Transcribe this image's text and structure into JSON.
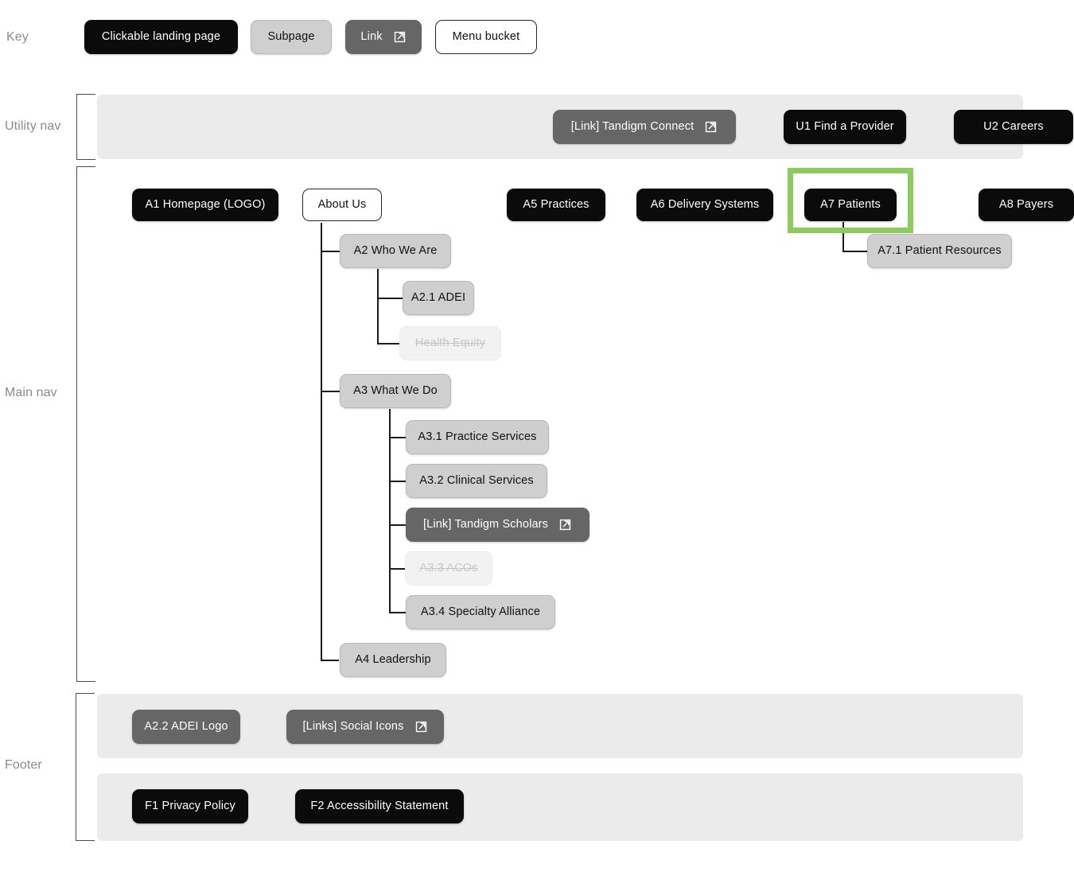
{
  "sections": {
    "key_label": "Key",
    "utility_nav_label": "Utility nav",
    "main_nav_label": "Main nav",
    "footer_label": "Footer"
  },
  "key": {
    "items": [
      {
        "label": "Clickable landing page",
        "type": "landing"
      },
      {
        "label": "Subpage",
        "type": "subpage"
      },
      {
        "label": "Link",
        "type": "link",
        "icon": "external-link-icon"
      },
      {
        "label": "Menu bucket",
        "type": "bucket"
      }
    ]
  },
  "utility_nav": {
    "items": [
      {
        "label": "[Link] Tandigm Connect",
        "type": "link",
        "icon": "external-link-icon"
      },
      {
        "label": "U1 Find a Provider",
        "type": "landing"
      },
      {
        "label": "U2 Careers",
        "type": "landing"
      }
    ]
  },
  "main_nav": {
    "top_level": [
      {
        "label": "A1 Homepage (LOGO)",
        "type": "landing"
      },
      {
        "label": "About Us",
        "type": "bucket"
      },
      {
        "label": "A5 Practices",
        "type": "landing"
      },
      {
        "label": "A6 Delivery Systems",
        "type": "landing"
      },
      {
        "label": "A7 Patients",
        "type": "landing",
        "highlighted": true
      },
      {
        "label": "A8 Payers",
        "type": "landing"
      }
    ],
    "about_us_children": [
      {
        "label": "A2 Who We Are",
        "type": "subpage"
      },
      {
        "label": "A3 What We Do",
        "type": "subpage"
      },
      {
        "label": "A4 Leadership",
        "type": "subpage"
      }
    ],
    "a2_children": [
      {
        "label": "A2.1 ADEI",
        "type": "subpage"
      },
      {
        "label": "Health Equity",
        "type": "removed"
      }
    ],
    "a3_children": [
      {
        "label": "A3.1 Practice Services",
        "type": "subpage"
      },
      {
        "label": "A3.2 Clinical Services",
        "type": "subpage"
      },
      {
        "label": "[Link] Tandigm Scholars",
        "type": "link",
        "icon": "external-link-icon"
      },
      {
        "label": "A3.3 ACOs",
        "type": "removed"
      },
      {
        "label": "A3.4 Specialty Alliance",
        "type": "subpage"
      }
    ],
    "a7_children": [
      {
        "label": "A7.1 Patient Resources",
        "type": "subpage"
      }
    ]
  },
  "footer": {
    "row1": [
      {
        "label": "A2.2 ADEI Logo",
        "type": "link"
      },
      {
        "label": "[Links] Social Icons",
        "type": "link",
        "icon": "external-link-icon"
      }
    ],
    "row2": [
      {
        "label": "F1 Privacy Policy",
        "type": "landing"
      },
      {
        "label": "F2 Accessibility Statement",
        "type": "landing"
      }
    ]
  },
  "colors": {
    "landing": "#0b0b0b",
    "subpage": "#cfcfcf",
    "link": "#666666",
    "bucket_border": "#262626",
    "removed_text": "#c6c6c6",
    "band": "#ebebeb",
    "highlight": "#8ccc5e",
    "connector": "#1c1c1c",
    "label": "#8a8a8a"
  }
}
